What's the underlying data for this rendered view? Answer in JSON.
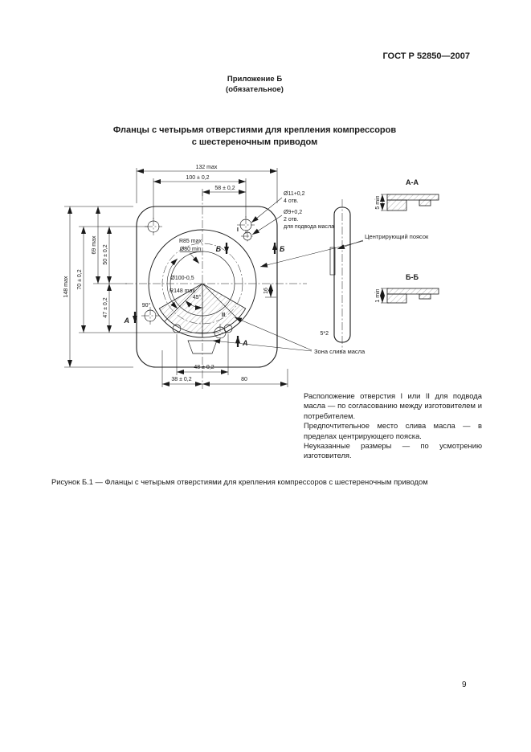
{
  "page": {
    "standard": "ГОСТ Р 52850—2007",
    "number": "9"
  },
  "annex": {
    "title": "Приложение Б",
    "subtitle": "(обязательное)"
  },
  "heading": {
    "line1": "Фланцы с четырьмя отверстиями для крепления компрессоров",
    "line2": "с шестереночным приводом"
  },
  "drawing": {
    "section_aa": "А-А",
    "section_bb": "Б-Б",
    "marker_a": "А",
    "marker_b": "Б",
    "hole1": "I",
    "hole2": "II",
    "dims": {
      "width_max": "132 max",
      "holes_h": "100 ± 0,2",
      "hole_offset": "58 ± 0,2",
      "hole_dia": "Ø11+0,2",
      "hole_count": "4 отв.",
      "oil_dia": "Ø9+0,2",
      "oil_count": "2 отв.",
      "oil_note": "для подвода масла",
      "height_max": "148 max",
      "v69": "69 max",
      "v50": "50 ± 0,2",
      "v70": "70 ± 0,2",
      "v47": "47 ± 0,2",
      "r85": "R85 max",
      "d80": "Ø80 min",
      "d100": "Ø100-0,5",
      "r148": "R148 max",
      "a90": "90°",
      "a45": "45°",
      "v16": "16",
      "b48": "48 ± 0,2",
      "b38": "38 ± 0,2",
      "b80": "80",
      "s5min": "5 min",
      "s1min": "1 min",
      "side_note": "5*2"
    },
    "callouts": {
      "collar": "Центрирующий поясок",
      "drain": "Зона слива масла"
    }
  },
  "notes": [
    "Расположение отверстия I или II для подвода масла — по согласованию между изготовителем и потребителем.",
    "Предпочтительное место слива масла — в пределах центрирующего пояска.",
    "Неуказанные размеры — по усмотрению изготовителя."
  ],
  "caption": "Рисунок Б.1 — Фланцы с четырьмя отверстиями для крепления компрессоров с шестереночным приводом"
}
